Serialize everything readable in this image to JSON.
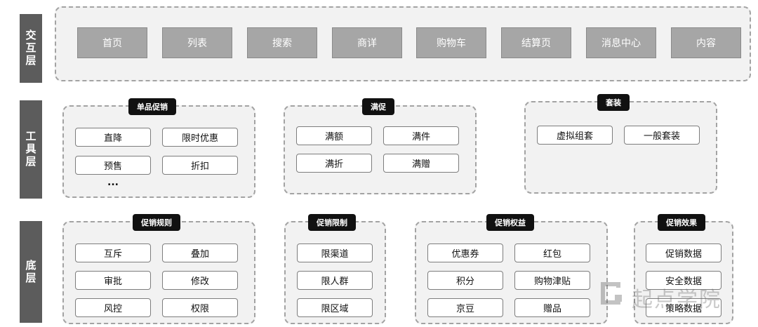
{
  "layers": {
    "interaction": "交互层",
    "tool": "工具层",
    "base": "底层"
  },
  "interaction_items": [
    "首页",
    "列表",
    "搜索",
    "商详",
    "购物车",
    "结算页",
    "消息中心",
    "内容"
  ],
  "tool_groups": {
    "single": {
      "title": "单品促销",
      "items": [
        "直降",
        "限时优惠",
        "预售",
        "折扣"
      ],
      "more": "..."
    },
    "full": {
      "title": "满促",
      "items": [
        "满额",
        "满件",
        "满折",
        "满赠"
      ]
    },
    "bundle": {
      "title": "套装",
      "items": [
        "虚拟组套",
        "一般套装"
      ]
    }
  },
  "base_groups": {
    "rules": {
      "title": "促销规则",
      "items": [
        "互斥",
        "叠加",
        "审批",
        "修改",
        "风控",
        "权限"
      ]
    },
    "limits": {
      "title": "促销限制",
      "items": [
        "限渠道",
        "限人群",
        "限区域"
      ]
    },
    "benefits": {
      "title": "促销权益",
      "items": [
        "优惠券",
        "红包",
        "积分",
        "购物津贴",
        "京豆",
        "赠品"
      ]
    },
    "effects": {
      "title": "促销效果",
      "items": [
        "促销数据",
        "安全数据",
        "策略数据"
      ]
    }
  },
  "watermark": {
    "text": "起点学院"
  }
}
